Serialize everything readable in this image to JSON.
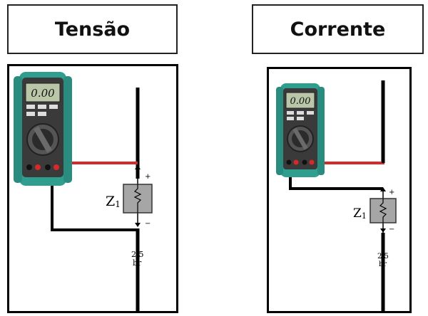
{
  "panels": [
    {
      "title": "Tensão",
      "display": "0.00",
      "component": "Z",
      "component_sub": "1",
      "plus": "+",
      "minus": "−",
      "wire_label_1": "2,5",
      "wire_label_2": "br"
    },
    {
      "title": "Corrente",
      "display": "0.00",
      "component": "Z",
      "component_sub": "1",
      "plus": "+",
      "minus": "−",
      "wire_label_1": "2,5",
      "wire_label_2": "br"
    }
  ],
  "colors": {
    "meter_body": "#2f9e8f",
    "meter_face": "#3a3a3a",
    "lcd": "#b9c7a8",
    "red_probe": "#d62a2a",
    "black_probe": "#111111",
    "component_fill": "#a6a6a6"
  }
}
